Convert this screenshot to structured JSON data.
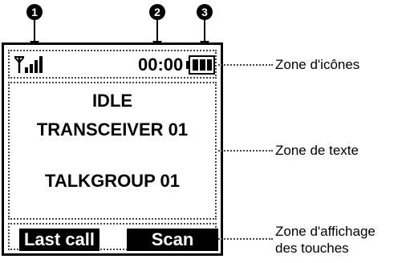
{
  "callouts": [
    "1",
    "2",
    "3"
  ],
  "screen": {
    "clock": "00:00",
    "status": "IDLE",
    "radio_name": "TRANSCEIVER 01",
    "talkgroup": "TALKGROUP 01",
    "softkeys": {
      "left": "Last call",
      "right": "Scan"
    },
    "icons": {
      "antenna": "antenna-icon",
      "signal": "signal-strength-icon",
      "battery": "battery-full-icon"
    }
  },
  "labels": {
    "icon_zone": "Zone d'icônes",
    "text_zone": "Zone de texte",
    "key_zone_line1": "Zone d'affichage",
    "key_zone_line2": "des touches"
  }
}
